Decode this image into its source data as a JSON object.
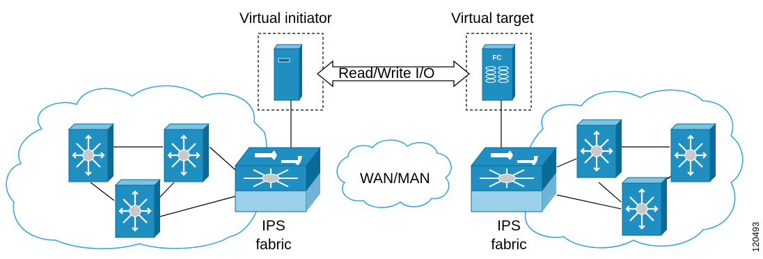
{
  "diagram": {
    "labels": {
      "virtual_initiator": "Virtual initiator",
      "virtual_target": "Virtual target",
      "read_write_io": "Read/Write I/O",
      "wan_man": "WAN/MAN",
      "ips_left": "IPS",
      "fabric_left": "fabric",
      "ips_right": "IPS",
      "fabric_right": "fabric",
      "target_badge": "FC",
      "figure_id": "120493"
    },
    "colors": {
      "device_blue": "#1f8fc1",
      "device_dark": "#0c6a96",
      "device_light": "#7cc3e3",
      "switch_base": "#9ad0ea",
      "cloud_stroke": "#3aa7d8",
      "line": "#000000"
    },
    "icons": {
      "left_cloud": "fabric-cloud-icon",
      "right_cloud": "fabric-cloud-icon",
      "wan_cloud": "wan-cloud-icon",
      "director_switch": "director-switch-icon",
      "ips_switch": "multilayer-switch-icon",
      "server": "server-icon",
      "storage": "fc-storage-icon",
      "arrow": "double-arrow-icon"
    }
  }
}
